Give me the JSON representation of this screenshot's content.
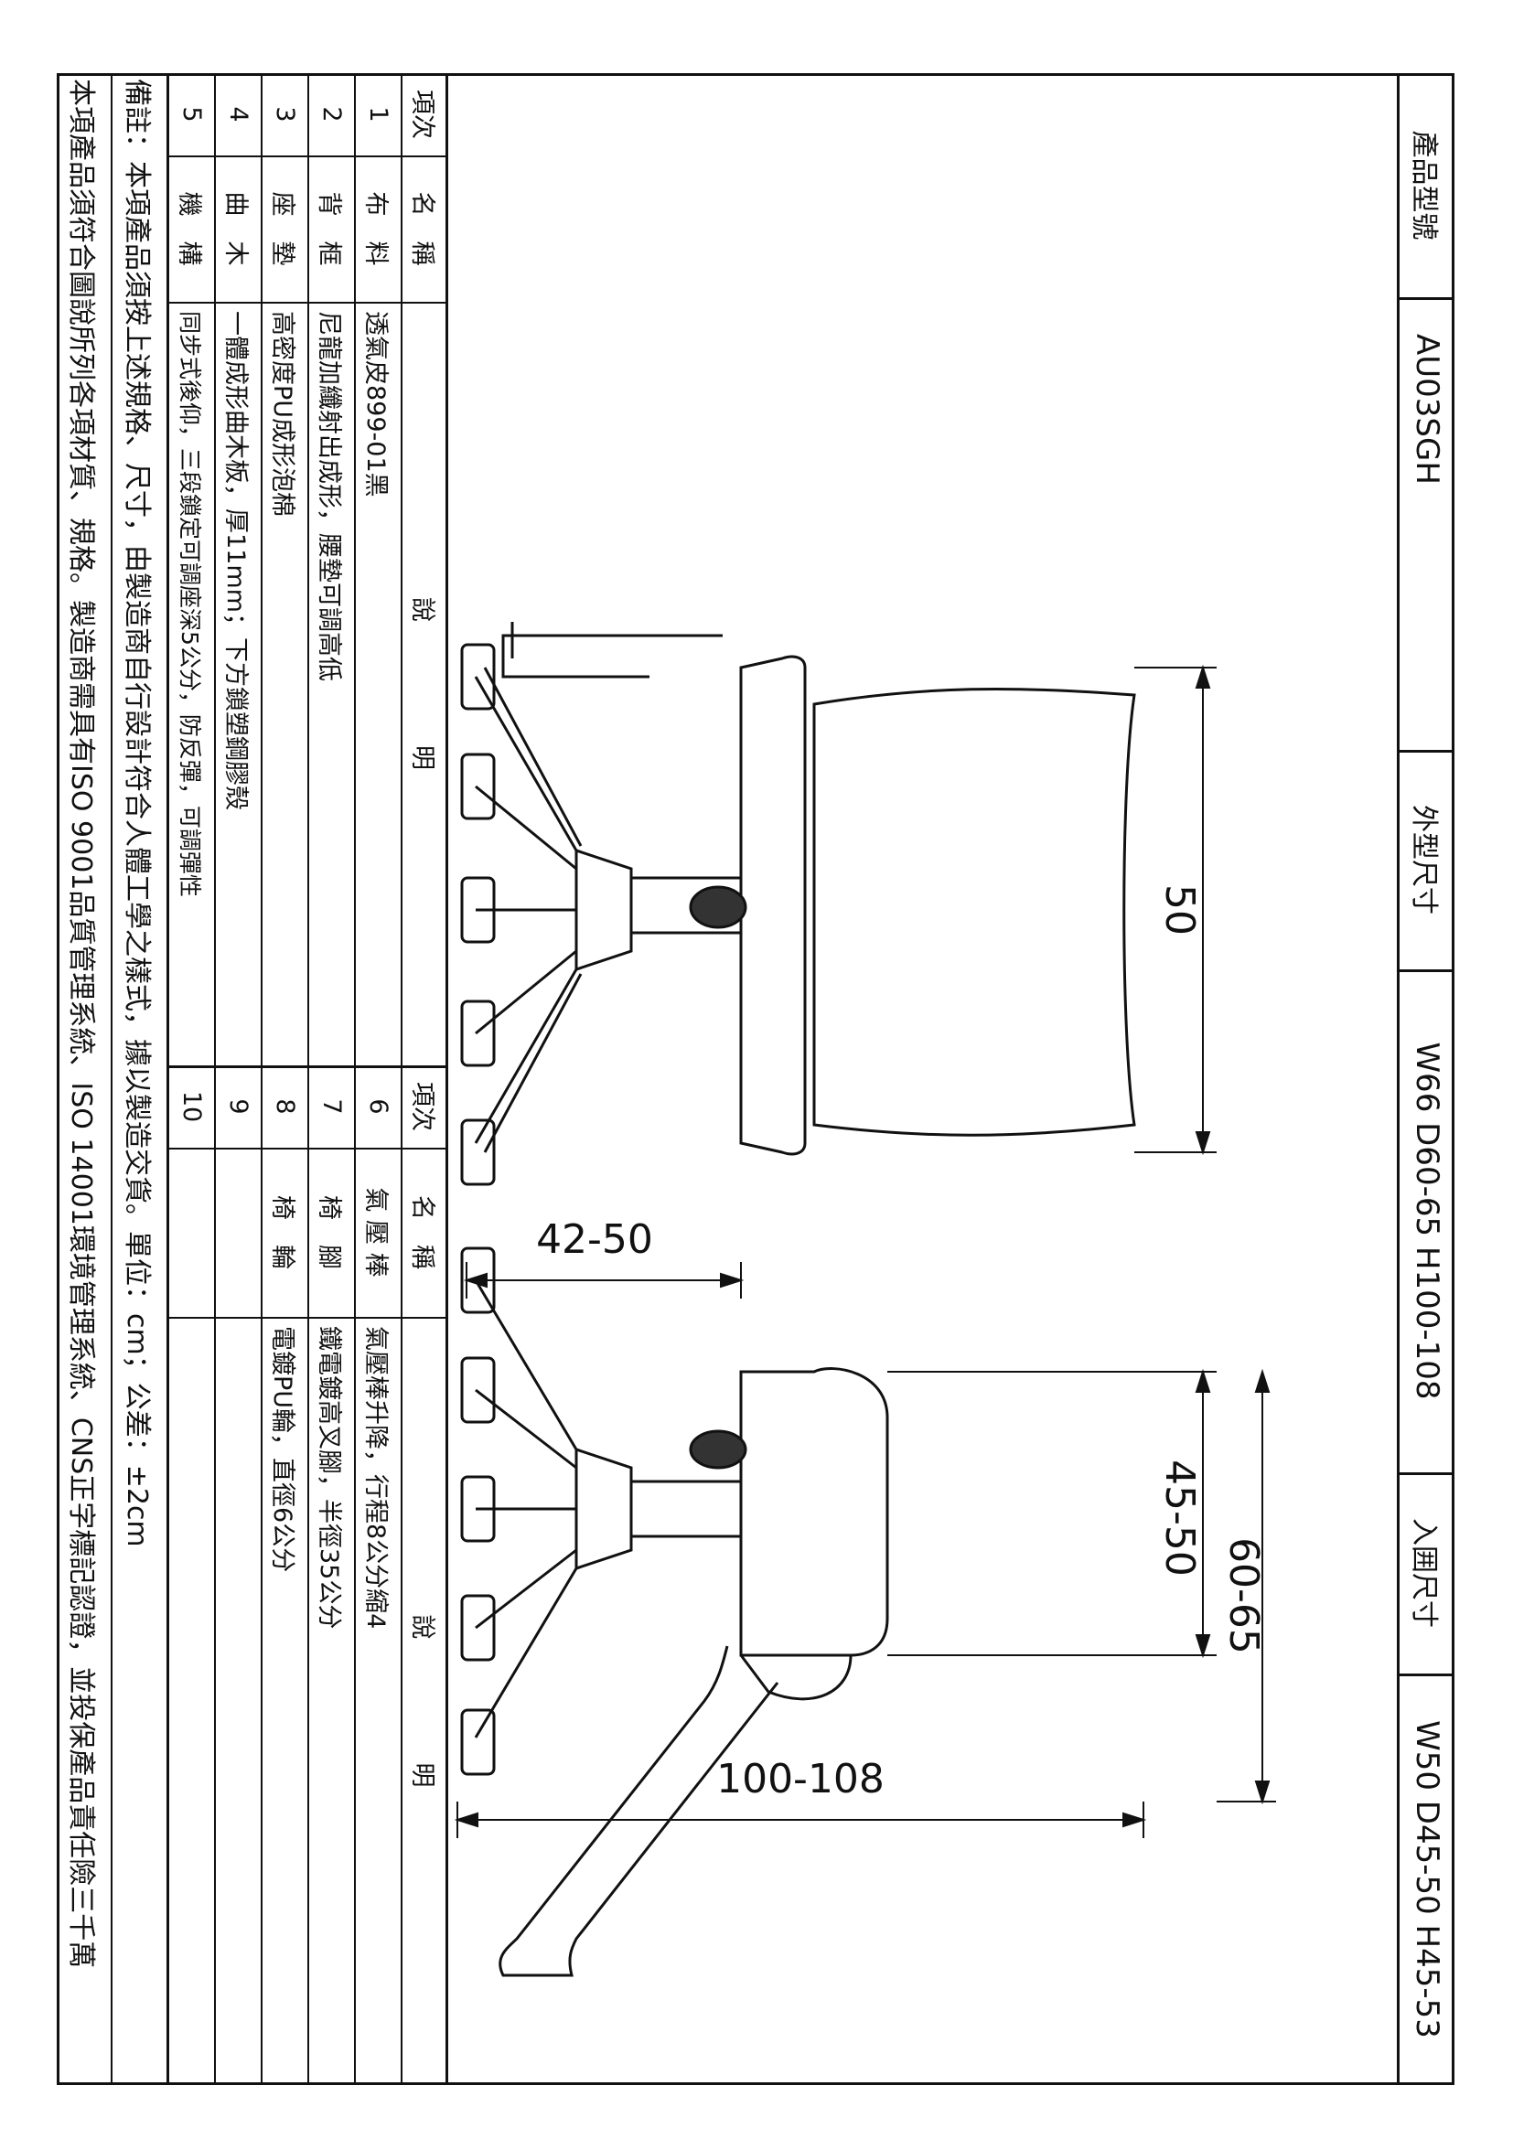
{
  "header": {
    "model_label": "產品型號",
    "model_value": "AU03SGH",
    "outer_label": "外型尺寸",
    "outer_value": "W66 D60-65 H100-108",
    "inner_label": "入囲尺寸",
    "inner_value": "W50 D45-50 H45-53"
  },
  "drawings": {
    "front_height": "50",
    "front_width": "42-50",
    "side_seat_depth": "45-50",
    "side_total_depth": "60-65",
    "side_height": "100-108"
  },
  "spec_table": {
    "col_no": "項次",
    "col_name": "名　稱",
    "col_desc": "說　　　　　明",
    "left_rows": [
      {
        "no": "1",
        "name": "布　料",
        "desc": "透氣皮899-01黑"
      },
      {
        "no": "2",
        "name": "背　框",
        "desc": "尼龍加纖射出成形，腰墊可調高低"
      },
      {
        "no": "3",
        "name": "座　墊",
        "desc": "高密度PU成形泡棉"
      },
      {
        "no": "4",
        "name": "曲　木",
        "desc": "一體成形曲木板，厚11mm；下方鎖塑鋼膠殼"
      },
      {
        "no": "5",
        "name": "機　構",
        "desc": "同步式後仰，三段鎖定可調座深5公分，防反彈，可調彈性"
      }
    ],
    "right_rows": [
      {
        "no": "6",
        "name": "氣 壓 棒",
        "desc": "氣壓棒升降，行程8公分縮4"
      },
      {
        "no": "7",
        "name": "椅　腳",
        "desc": "鐵電鍍高叉腳，半徑35公分"
      },
      {
        "no": "8",
        "name": "椅　輪",
        "desc": "電鍍PU輪，直徑6公分"
      },
      {
        "no": "9",
        "name": "",
        "desc": ""
      },
      {
        "no": "10",
        "name": "",
        "desc": ""
      }
    ]
  },
  "notes": {
    "line1": "備註：本項產品須按上述規格、尺寸，由製造商自行設計符合人體工學之樣式，據以製造交貨。單位：cm；公差：±2cm",
    "line2": "本項產品須符合圖說所列各項材質、規格。製造商需具有ISO 9001品質管理系統、ISO 14001環境管理系統、CNS正字標記認證，並投保產品責任險三千萬"
  }
}
